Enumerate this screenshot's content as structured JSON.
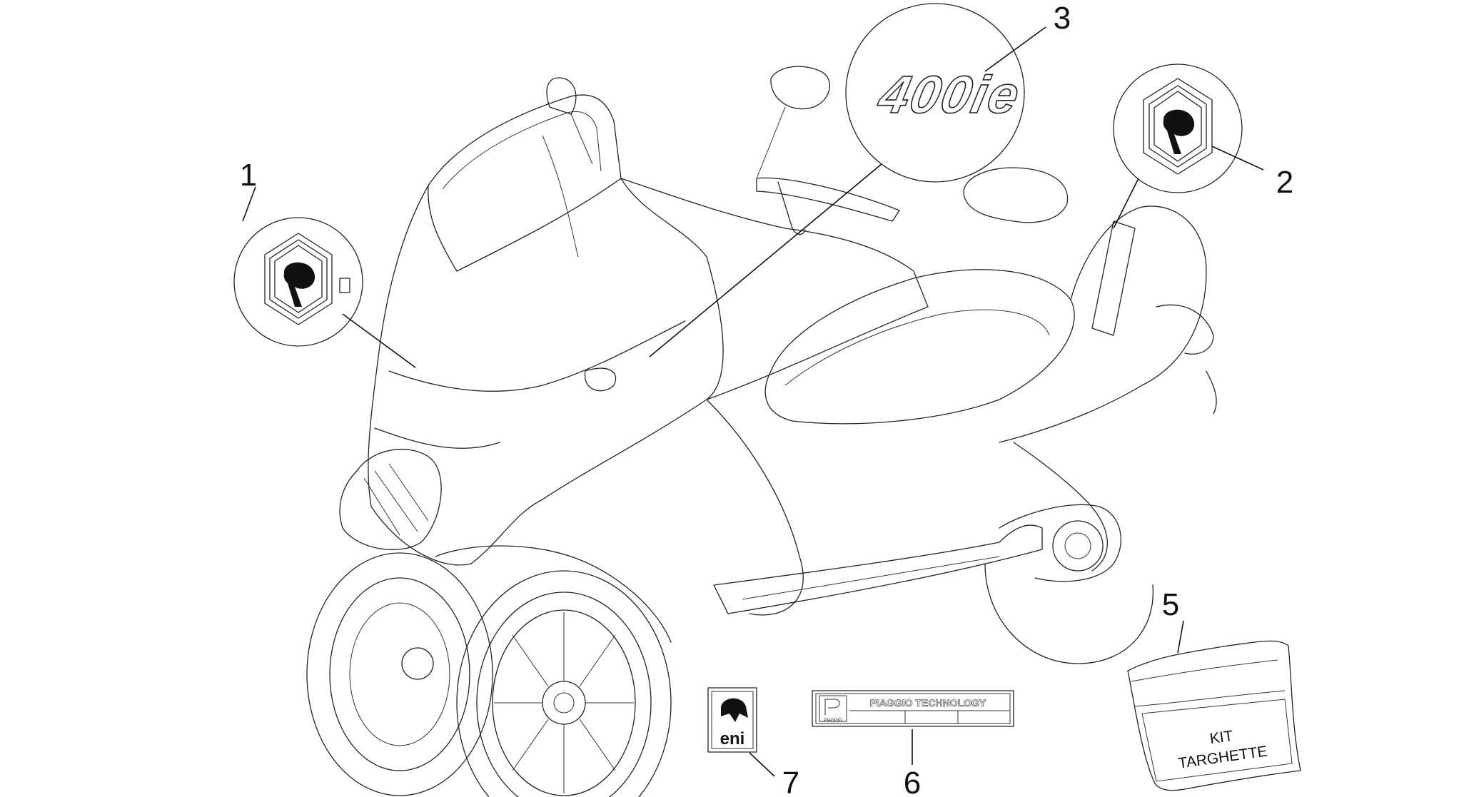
{
  "callouts": [
    {
      "number": "1",
      "part": "piaggio-badge-front"
    },
    {
      "number": "2",
      "part": "piaggio-badge-rear"
    },
    {
      "number": "3",
      "part": "model-decal"
    },
    {
      "number": "5",
      "part": "plate-kit-bag"
    },
    {
      "number": "6",
      "part": "technology-plate"
    },
    {
      "number": "7",
      "part": "eni-sticker"
    }
  ],
  "decal_text": "400ie",
  "kit_bag": {
    "line1": "KIT",
    "line2": "TARGHETTE"
  },
  "tech_plate": {
    "title": "PIAGGIO TECHNOLOGY",
    "brand": "PIAGGIO"
  },
  "eni_sticker": {
    "text": "eni"
  },
  "colors": {
    "ink": "#222222",
    "background": "#ffffff"
  }
}
